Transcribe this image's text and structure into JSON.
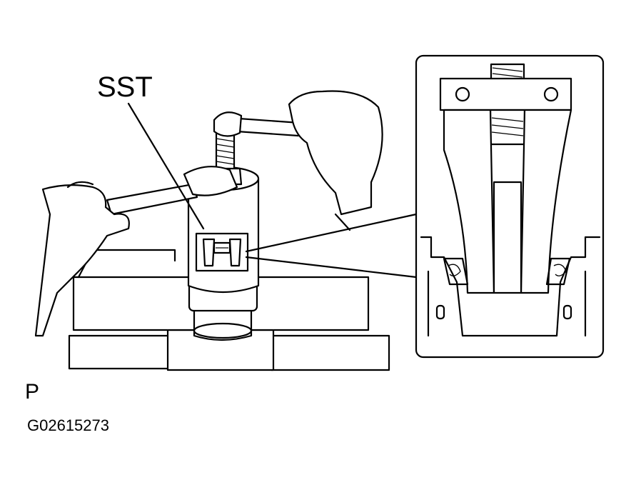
{
  "labels": {
    "tool": "SST",
    "view_code": "P",
    "figure_id": "G02615273"
  },
  "colors": {
    "ink": "#000000",
    "paper": "#ffffff"
  }
}
